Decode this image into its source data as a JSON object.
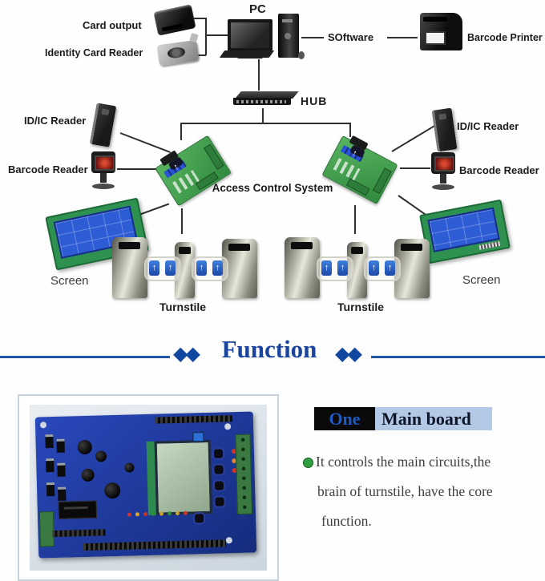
{
  "diagram": {
    "card_output": "Card output",
    "identity_card_reader": "Identity Card Reader",
    "pc": "PC",
    "software": "SOftware",
    "barcode_printer": "Barcode Printer",
    "hub": "HUB",
    "access_control_system": "Access Control System",
    "id_ic_reader": "ID/IC Reader",
    "barcode_reader": "Barcode Reader",
    "screen": "Screen",
    "turnstile": "Turnstile"
  },
  "divider": {
    "title": "Function",
    "diamonds": "◆◆",
    "accent_color": "#1a449e"
  },
  "function_section": {
    "badge_number": "One",
    "badge_title": "Main board",
    "badge_number_color": "#1f5ac8",
    "badge_number_bg": "#0a0a0a",
    "badge_title_color": "#0d1526",
    "badge_title_bg": "#b3c9e6",
    "bullet_color": "#2f9e3f",
    "body_lines": [
      "It controls the main circuits,the",
      "brain of turnstile, have the core",
      "function."
    ]
  }
}
